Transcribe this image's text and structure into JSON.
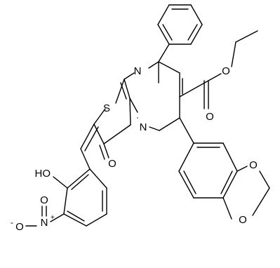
{
  "molecule": {
    "atom_labels": {
      "n_ring": "N",
      "n_fused": "N",
      "s_ring": "S",
      "o_ester_carbonyl": "O",
      "o_ester_ether": "O",
      "o_ketone": "O",
      "o_dioxole_top": "O",
      "o_dioxole_bottom": "O",
      "hydroxyl": "HO",
      "nitro_n": "N",
      "nitro_n_charge": "+",
      "nitro_o_top": "O",
      "nitro_o_left": "O",
      "nitro_o_left_charge": "-"
    },
    "colors": {
      "bond": "#000000",
      "text": "#000000",
      "background": "#ffffff"
    }
  }
}
